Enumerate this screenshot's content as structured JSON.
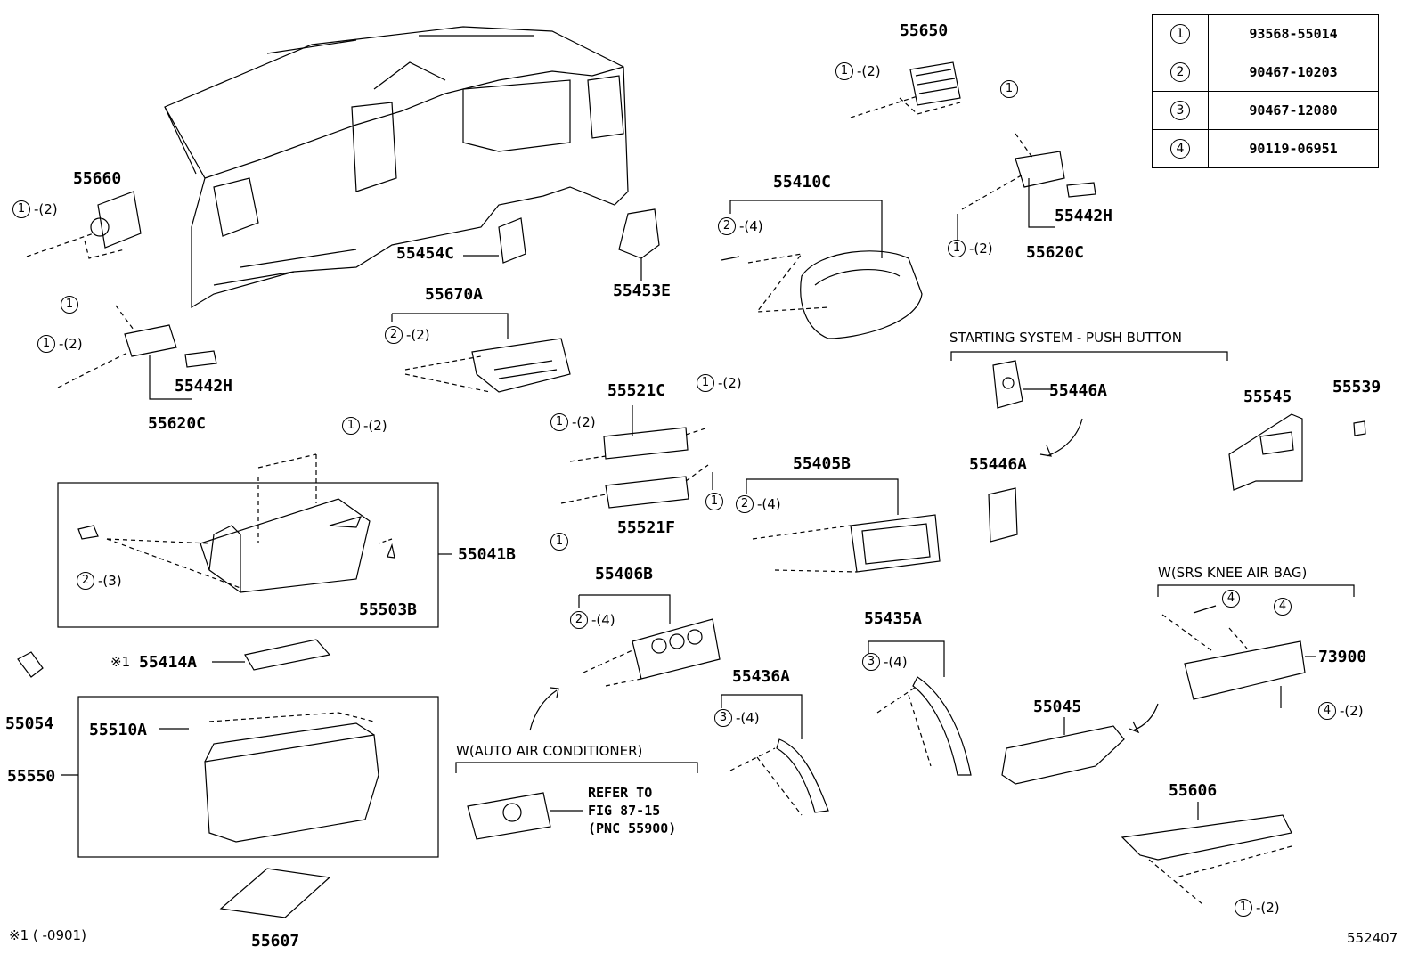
{
  "legend": [
    {
      "key": "1",
      "part": "93568-55014"
    },
    {
      "key": "2",
      "part": "90467-10203"
    },
    {
      "key": "3",
      "part": "90467-12080"
    },
    {
      "key": "4",
      "part": "90119-06951"
    }
  ],
  "parts": {
    "p55650": "55650",
    "p55660": "55660",
    "p55410C": "55410C",
    "p55454C": "55454C",
    "p55453E": "55453E",
    "p55442H_r": "55442H",
    "p55620C_r": "55620C",
    "p55670A": "55670A",
    "p55442H_l": "55442H",
    "p55620C_l": "55620C",
    "p55521C": "55521C",
    "p55521F": "55521F",
    "p55405B": "55405B",
    "p55446A_top": "55446A",
    "p55446A_bot": "55446A",
    "p55545": "55545",
    "p55539": "55539",
    "p55041B": "55041B",
    "p55503B": "55503B",
    "p55414A": "55414A",
    "p55054": "55054",
    "p55406B": "55406B",
    "p55435A": "55435A",
    "p55436A": "55436A",
    "p55510A": "55510A",
    "p55550": "55550",
    "p55045": "55045",
    "p73900": "73900",
    "p55606": "55606",
    "p55607": "55607"
  },
  "notes": {
    "starting_system": "STARTING SYSTEM - PUSH BUTTON",
    "srs": "W(SRS KNEE AIR BAG)",
    "auto_ac": "W(AUTO AIR CONDITIONER)",
    "refer_line1": "REFER TO",
    "refer_line2": "FIG 87-15",
    "refer_line3": "(PNC 55900)",
    "footnote_mark": "※1",
    "footnote": "※1 (      -0901)",
    "fig_number": "552407"
  },
  "callouts": {
    "c1": "1",
    "c2": "2",
    "c3": "3",
    "c4": "4",
    "q2": "-(2)",
    "q3": "-(3)",
    "q4": "-(4)"
  }
}
